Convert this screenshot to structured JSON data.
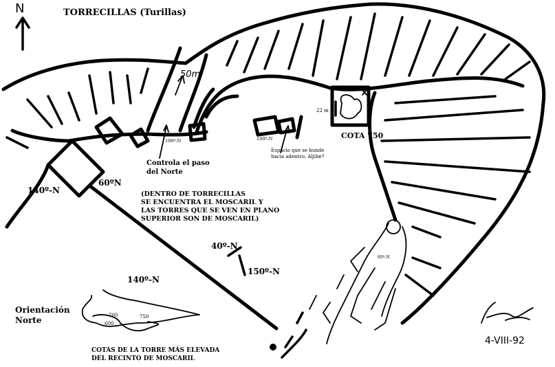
{
  "map": {
    "title": "TORRECILLAS  (Turillas)",
    "north_label": "N",
    "scale_label": "50m",
    "labels": {
      "cota_750": "COTA 750",
      "dist_22m": "22 m",
      "bearing_100_a": "100º-N",
      "bearing_100_b": "100º-N",
      "controla_1": "Controla el paso",
      "controla_2": "del Norte",
      "espacio_1": "Espacio que se hunde",
      "espacio_2": "hacia adentro. Aljibe?",
      "bearing_140_a": "140º-N",
      "bearing_60": "60ºN",
      "bearing_40": "40º-N",
      "bearing_150": "150º-N",
      "bearing_140_b": "140º-N",
      "bearing_60_small": "60º-N",
      "note": [
        "(DENTRO DE TORRECILLAS",
        "SE ENCUENTRA EL MOSCARIL Y",
        "LAS TORRES QUE SE VEN EN PLANO",
        "SUPERIOR SON DE MOSCARIL)"
      ],
      "orientacion_1": "Orientación",
      "orientacion_2": "Norte"
    },
    "inset": {
      "contours": [
        "700",
        "600",
        "750"
      ],
      "caption_1": "COTAS DE LA TORRE MÁS ELEVADA",
      "caption_2": "DEL RECINTO DE MOSCARIL"
    },
    "signature_date": "4-VIII-92"
  }
}
